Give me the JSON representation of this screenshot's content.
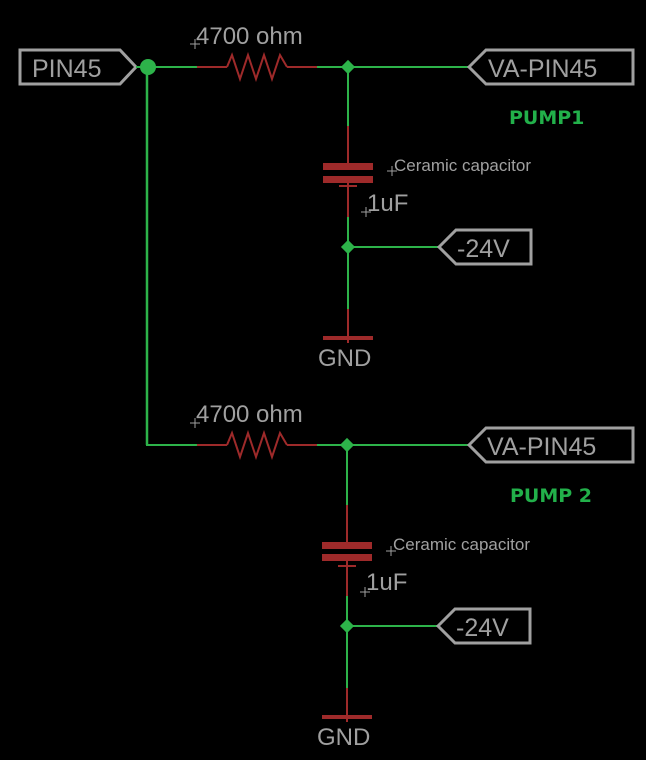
{
  "schematic": {
    "colors": {
      "background": "#000000",
      "net": "#2db34a",
      "component": "#9e2a2a",
      "label": "#a0a0a0",
      "title": "#22b04a"
    },
    "input_label": "PIN45",
    "circuits": [
      {
        "title": "PUMP1",
        "resistor_value": "4700 ohm",
        "output_label": "VA-PIN45",
        "capacitor_name": "Ceramic capacitor",
        "capacitor_value": "1uF",
        "supply_label": "-24V",
        "ground_label": "GND"
      },
      {
        "title": "PUMP 2",
        "resistor_value": "4700 ohm",
        "output_label": "VA-PIN45",
        "capacitor_name": "Ceramic capacitor",
        "capacitor_value": "1uF",
        "supply_label": "-24V",
        "ground_label": "GND"
      }
    ]
  }
}
